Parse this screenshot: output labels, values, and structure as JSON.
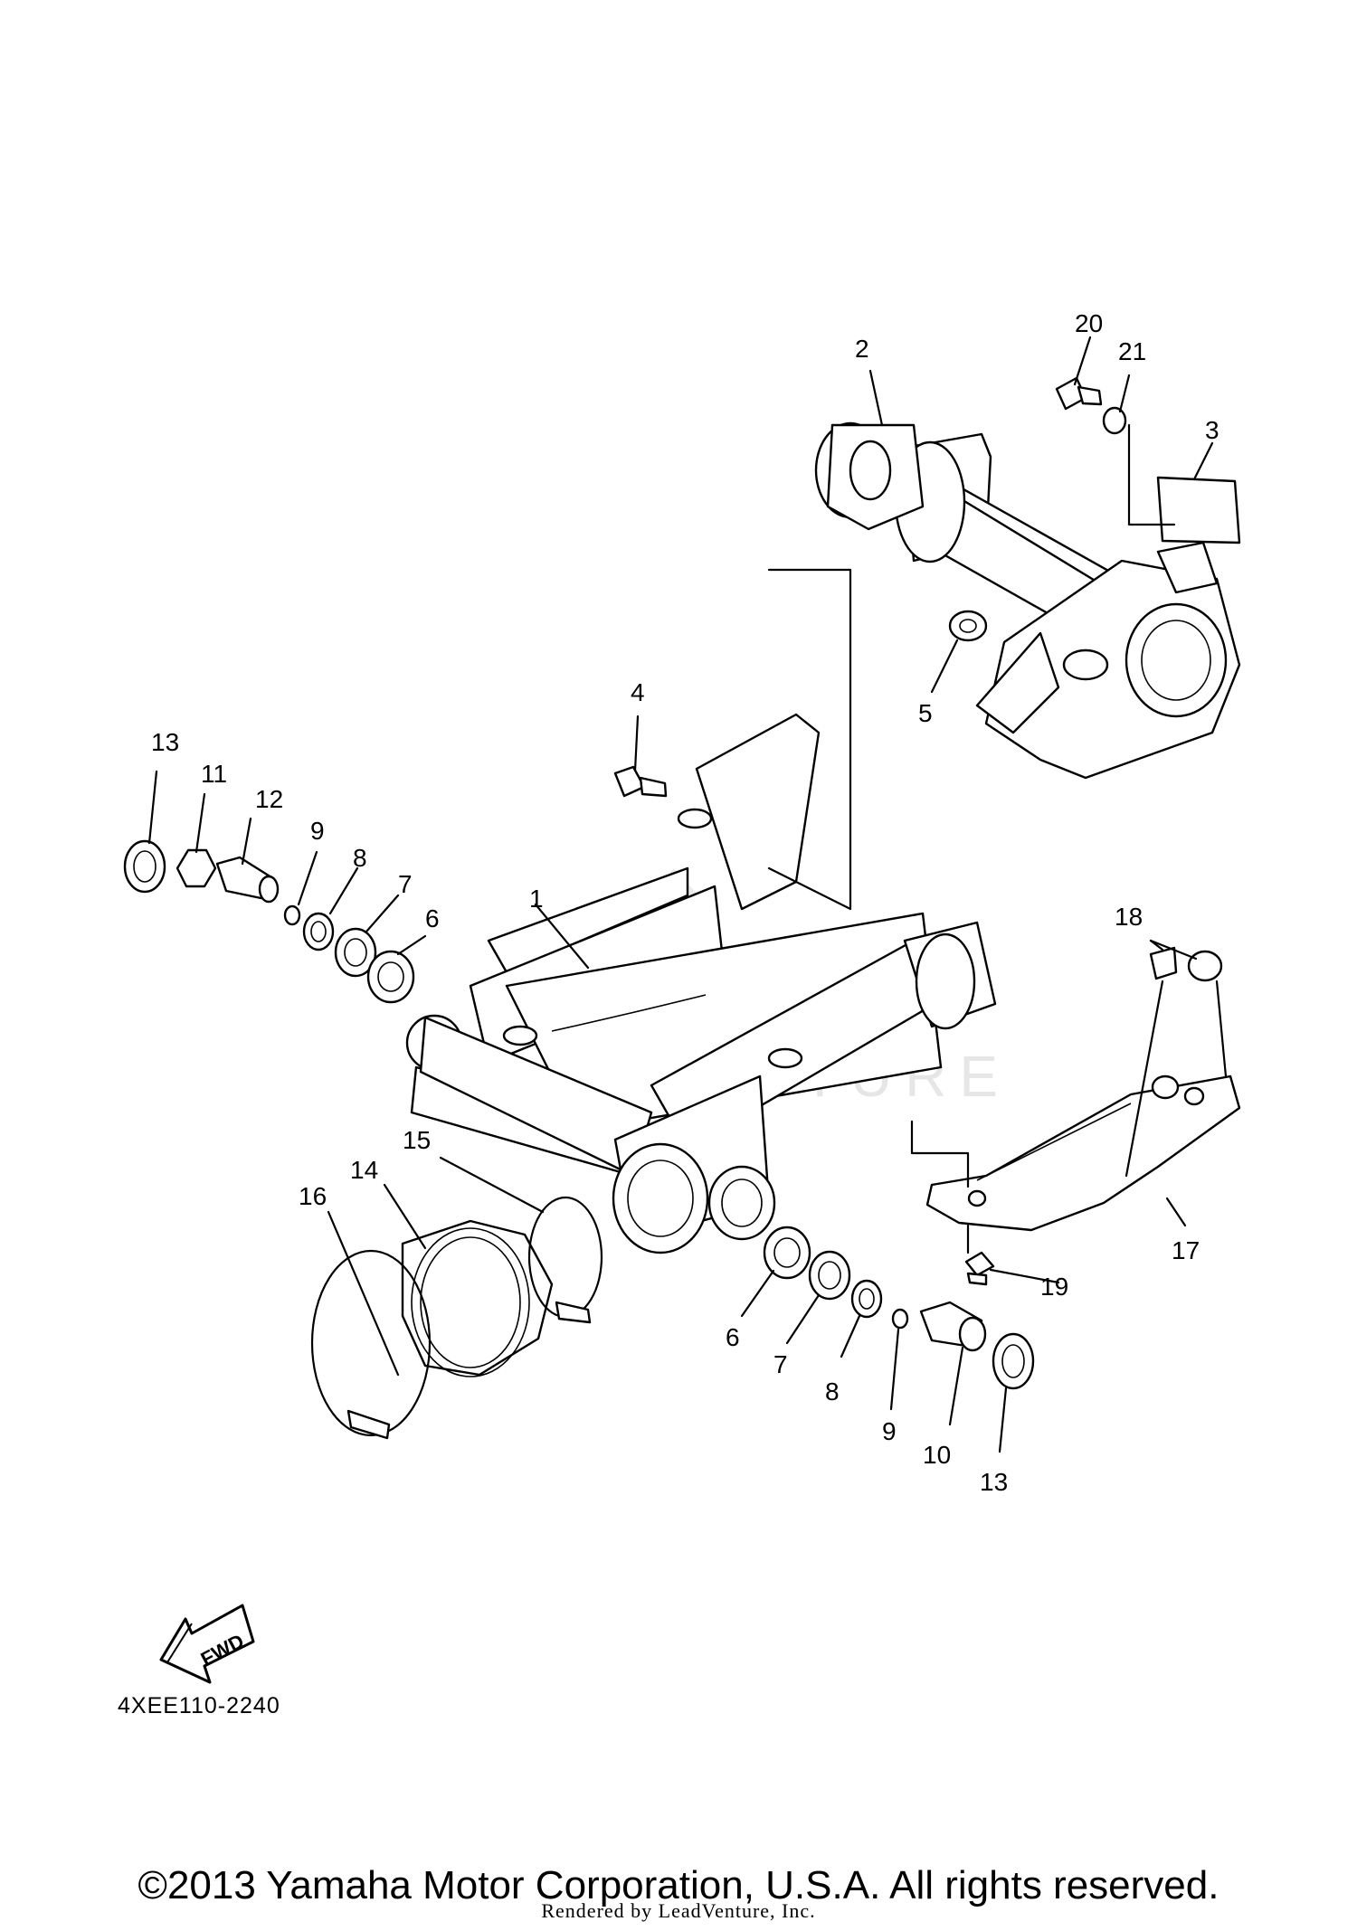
{
  "diagram": {
    "watermark": "LEADVENTURE",
    "fwd_label": "FWD",
    "code": "4XEE110-2240",
    "callouts": {
      "c1": "1",
      "c2": "2",
      "c3": "3",
      "c4": "4",
      "c5": "5",
      "c6a": "6",
      "c7a": "7",
      "c8a": "8",
      "c9a": "9",
      "c11": "11",
      "c12": "12",
      "c13a": "13",
      "c6b": "6",
      "c7b": "7",
      "c8b": "8",
      "c9b": "9",
      "c10": "10",
      "c13b": "13",
      "c14": "14",
      "c15": "15",
      "c16": "16",
      "c17": "17",
      "c18": "18",
      "c19": "19",
      "c20": "20",
      "c21": "21"
    }
  },
  "footer": {
    "copyright": "©2013 Yamaha Motor Corporation, U.S.A. All rights reserved.",
    "rendered_by": "Rendered by LeadVenture, Inc."
  }
}
